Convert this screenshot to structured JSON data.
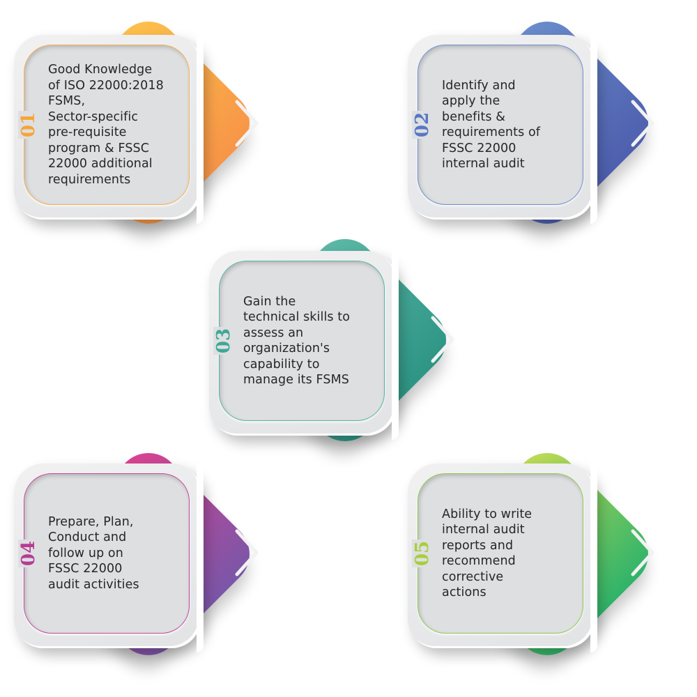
{
  "items": [
    {
      "number": "01",
      "text": "Good Knowledge\nof ISO 22000:2018\nFSMS,\nSector-specific\npre-requisite\nprogram & FSSC\n22000 additional\nrequirements",
      "color_start": "#FDC04A",
      "color_end": "#F79548",
      "accent": "#F7A24A",
      "icon": "chevron-right-icon"
    },
    {
      "number": "02",
      "text": "Identify and\napply the\nbenefits &\nrequirements of\nFSSC 22000\ninternal audit",
      "color_start": "#6A8CCB",
      "color_end": "#4E5FAE",
      "accent": "#5B74BE",
      "icon": "chevron-right-icon"
    },
    {
      "number": "03",
      "text": "Gain the\ntechnical skills to\nassess an\norganization's\ncapability to\nmanage its FSMS",
      "color_start": "#5CB8A6",
      "color_end": "#2E9585",
      "accent": "#3FA595",
      "icon": "chevron-right-icon"
    },
    {
      "number": "04",
      "text": "Prepare, Plan,\nConduct and\nfollow up on\nFSSC 22000\naudit activities",
      "color_start": "#D94391",
      "color_end": "#7A56A8",
      "accent": "#B0439A",
      "icon": "chevron-right-icon"
    },
    {
      "number": "05",
      "text": "Ability to write\ninternal audit\nreports and\nrecommend\ncorrective\nactions",
      "color_start": "#BEDB55",
      "color_end": "#2FB36A",
      "accent": "#8CC83F",
      "icon": "chevron-right-icon"
    }
  ]
}
